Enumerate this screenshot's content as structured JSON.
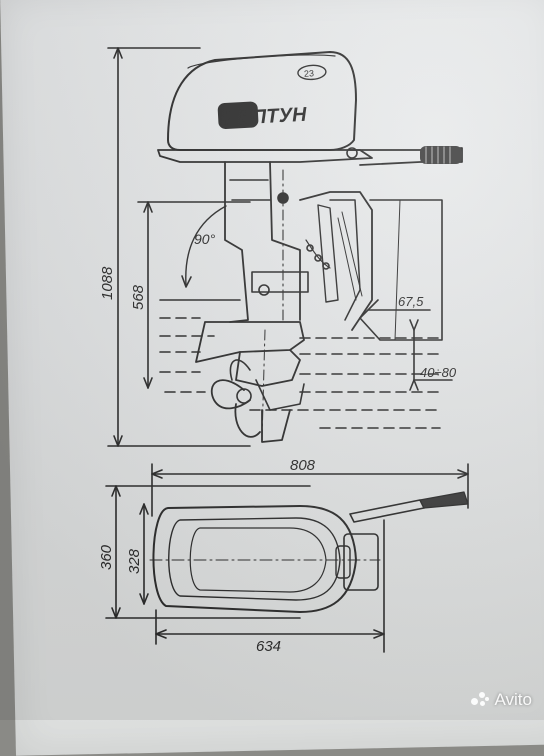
{
  "dimensions": {
    "total_height": "1088",
    "transom_height": "568",
    "tilt_angle": "90°",
    "trim_offset": "67,5",
    "depth_range": "40÷80",
    "overall_length": "808",
    "overall_width": "360",
    "hood_width": "328",
    "hood_length": "634"
  },
  "logo": {
    "text": "НЕПТУН",
    "badge": "23"
  },
  "watermark": {
    "text": "Avito"
  }
}
